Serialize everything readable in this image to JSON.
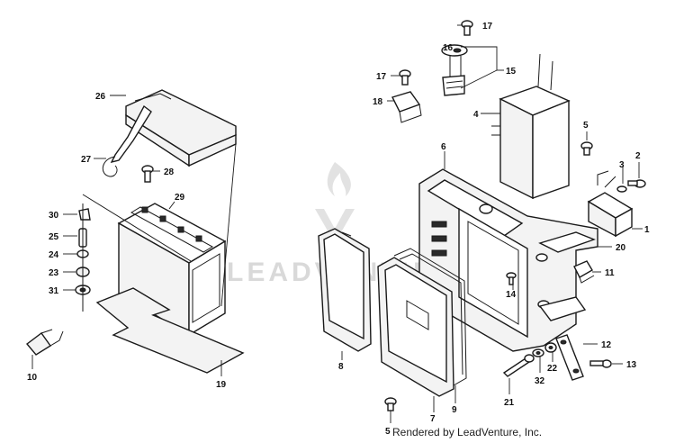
{
  "watermark": {
    "text": "LEADVENTURE"
  },
  "footer": {
    "text": "Rendered by LeadVenture, Inc."
  },
  "callouts": [
    "1",
    "2",
    "3",
    "4",
    "5",
    "5",
    "6",
    "7",
    "8",
    "9",
    "10",
    "11",
    "12",
    "13",
    "14",
    "15",
    "16",
    "17",
    "17",
    "18",
    "19",
    "20",
    "21",
    "22",
    "23",
    "24",
    "25",
    "26",
    "27",
    "28",
    "29",
    "30",
    "31",
    "32"
  ]
}
